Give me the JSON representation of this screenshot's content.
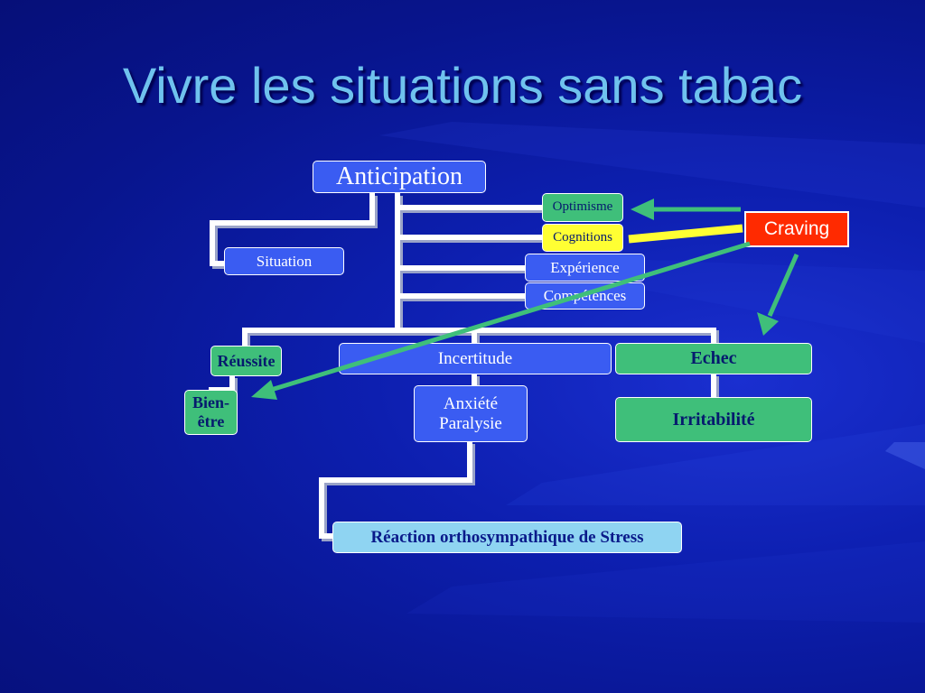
{
  "slide": {
    "title": "Vivre les situations sans tabac"
  },
  "nodes": {
    "anticipation": "Anticipation",
    "optimisme": "Optimisme",
    "cognitions": "Cognitions",
    "experience": "Expérience",
    "competences": "Compétences",
    "situation": "Situation",
    "reussite": "Réussite",
    "bien_etre_line1": "Bien-",
    "bien_etre_line2": "être",
    "incertitude": "Incertitude",
    "echec": "Echec",
    "anxiete_line1": "Anxiété",
    "anxiete_line2": "Paralysie",
    "irritabilite": "Irritabilité",
    "reaction": "Réaction orthosympathique de Stress",
    "craving": "Craving"
  },
  "colors": {
    "background": "#0d1fb0",
    "title": "#6fc2ee",
    "node_blue": "#3a5cf2",
    "node_green": "#3fbf7a",
    "node_yellow": "#ffff33",
    "node_light": "#8fd4f2",
    "craving": "#ff2a00",
    "arrow_green": "#3fbf7a",
    "arrow_yellow": "#ffff33",
    "connector": "#ffffff"
  }
}
